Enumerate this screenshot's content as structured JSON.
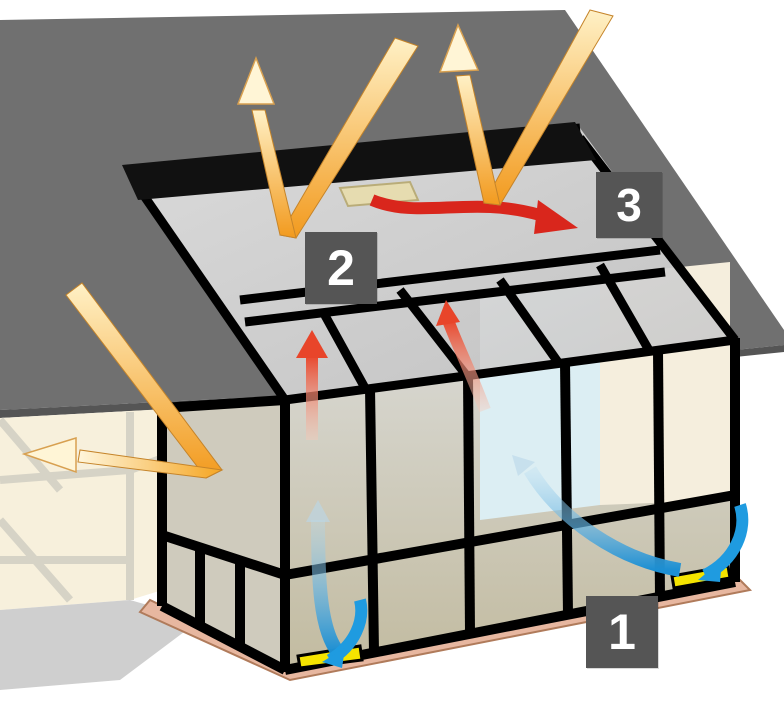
{
  "diagram": {
    "labels": {
      "zone_1": "1",
      "zone_2": "2",
      "zone_3": "3"
    },
    "colors": {
      "roof": "#6e6e6e",
      "frame": "#000000",
      "glass": "#c9c4ae",
      "sun_ray": "#f5a623",
      "warm_air": "#e8452a",
      "cool_air": "#29a9e1",
      "vent": "#f5e400",
      "badge": "#555555"
    },
    "icons": [
      "sun-ray-arrow",
      "warm-air-arrow",
      "cool-air-arrow",
      "roof-vent",
      "floor-vent"
    ]
  }
}
